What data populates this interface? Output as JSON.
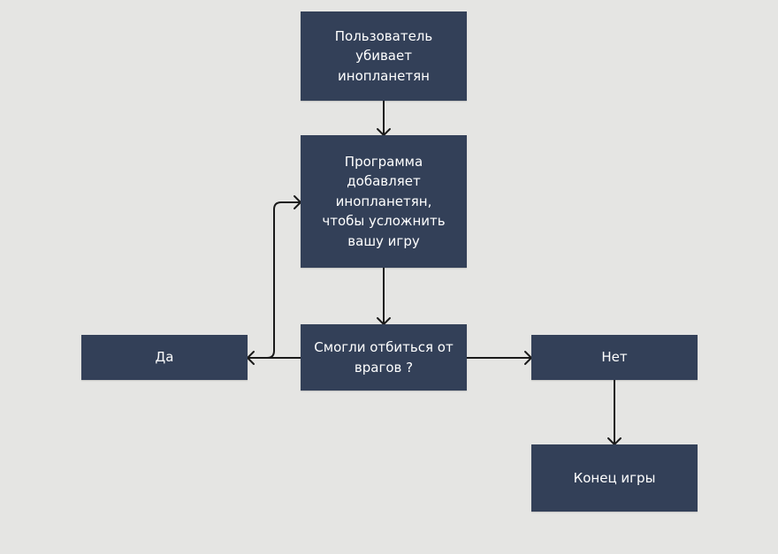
{
  "diagram": {
    "colors": {
      "node_fill": "#334058",
      "node_text": "#ffffff",
      "edge": "#1a1a1a",
      "background": "#e5e5e3"
    },
    "nodes": {
      "user_kills": "Пользователь убивает инопланетян",
      "program_adds": "Программа добавляет инопланетян, чтобы усложнить вашу игру",
      "decision": "Смогли отбиться от врагов ?",
      "yes": "Да",
      "no": "Нет",
      "game_over": "Конец игры"
    }
  }
}
